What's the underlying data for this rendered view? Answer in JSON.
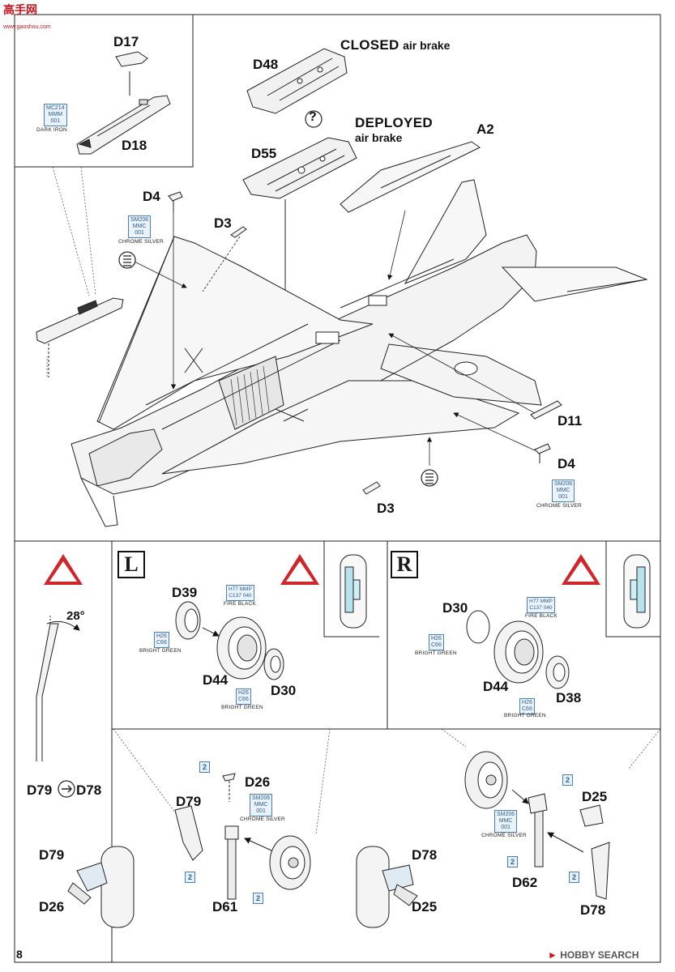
{
  "watermark": {
    "cn": "高手网",
    "url": "www.gaoshou.com"
  },
  "top": {
    "closed_brake": {
      "part": "D48",
      "head": "CLOSED",
      "sub": "air brake"
    },
    "deployed_brake": {
      "part": "D55",
      "head": "DEPLOYED",
      "sub": "air brake"
    },
    "question_mark": "?",
    "parts": {
      "d17": "D17",
      "d18": "D18",
      "d4_top": "D4",
      "d3_top": "D3",
      "a2": "A2",
      "d11": "D11",
      "d4_bottom": "D4",
      "d3_bottom": "D3"
    },
    "paint_dark_iron": {
      "line1": "MC214",
      "line2": "MMM",
      "line3": "001",
      "name": "DARK IRON"
    },
    "paint_chrome_top": {
      "line1": "SM206",
      "line2": "MMC",
      "line3": "001",
      "name": "CHROME SILVER"
    },
    "paint_chrome_right": {
      "line1": "SM206",
      "line2": "MMC",
      "line3": "001",
      "name": "CHROME SILVER"
    }
  },
  "bottom_left": {
    "angle": "28°",
    "d79": "D79",
    "d78": "D78"
  },
  "left_wheel": {
    "side": "L",
    "parts": {
      "d39": "D39",
      "d44": "D44",
      "d30": "D30"
    },
    "paint_fire_black": {
      "line1": "H77",
      "line2": "C137",
      "line3": "MMP",
      "line4": "040",
      "name": "FIRE BLACK"
    },
    "paint_green_a": {
      "line1": "H26",
      "line2": "C66",
      "name": "BRIGHT GREEN"
    },
    "paint_green_b": {
      "line1": "H26",
      "line2": "C66",
      "name": "BRIGHT GREEN"
    }
  },
  "right_wheel": {
    "side": "R",
    "parts": {
      "d30": "D30",
      "d44": "D44",
      "d38": "D38"
    },
    "paint_fire_black": {
      "line1": "H77",
      "line2": "C137",
      "line3": "MMP",
      "line4": "040",
      "name": "FIRE BLACK"
    },
    "paint_green_a": {
      "line1": "H26",
      "line2": "C66",
      "name": "BRIGHT GREEN"
    },
    "paint_green_b": {
      "line1": "H26",
      "line2": "C66",
      "name": "BRIGHT GREEN"
    }
  },
  "left_leg": {
    "parts": {
      "d26": "D26",
      "d79": "D79",
      "d61": "D61"
    },
    "paint_chrome": {
      "line1": "SM206",
      "line2": "MMC",
      "line3": "001",
      "name": "CHROME SILVER"
    },
    "qty": [
      "2",
      "2",
      "2"
    ]
  },
  "right_leg": {
    "parts": {
      "d25": "D25",
      "d62": "D62",
      "d78": "D78"
    },
    "paint_chrome": {
      "line1": "SM206",
      "line2": "MMC",
      "line3": "001",
      "name": "CHROME SILVER"
    },
    "qty": [
      "2",
      "2",
      "2"
    ]
  },
  "detail_left": {
    "d79": "D79",
    "d26": "D26"
  },
  "detail_right": {
    "d78": "D78",
    "d25": "D25"
  },
  "footer": {
    "page_number": "8",
    "brand": "HOBBY SEARCH"
  },
  "colors": {
    "paint_border": "#4a7fb5",
    "warning_red": "#d0262b",
    "brand_red": "#c8151b"
  }
}
